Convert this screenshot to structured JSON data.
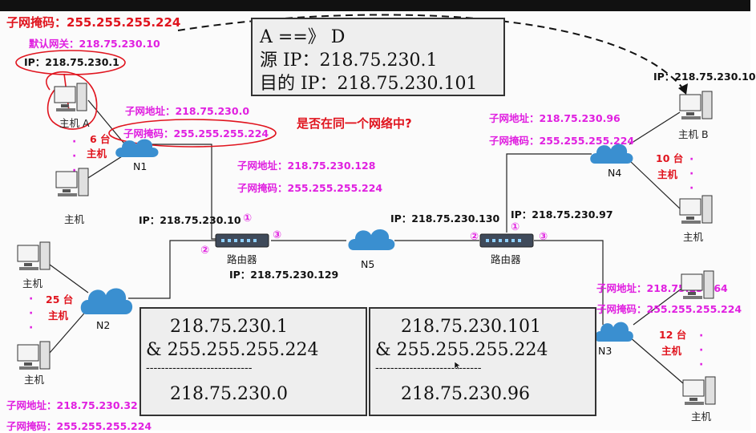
{
  "top_left": {
    "subnet_mask": "子网掩码：255.255.255.224",
    "default_gateway": "默认网关：218.75.230.10",
    "ip": "IP：218.75.230.1"
  },
  "host_a": {
    "label": "主机 A",
    "count": "6 台",
    "count_unit": "主机"
  },
  "host_generic": "主机",
  "n1": {
    "name": "N1",
    "subnet_addr": "子网地址：218.75.230.0",
    "subnet_mask": "子网掩码：255.255.255.224"
  },
  "question": "是否在同一个网络中?",
  "info_box": {
    "line1": "A ==》 D",
    "line2": "源 IP：218.75.230.1",
    "line3": "目的 IP：218.75.230.101"
  },
  "link_r1": {
    "subnet_addr": "子网地址：218.75.230.128",
    "subnet_mask": "子网掩码：255.255.255.224"
  },
  "router1": {
    "ip_port1": "IP：218.75.230.10",
    "port1": "①",
    "port2": "②",
    "port3": "③",
    "label": "路由器",
    "ip_port3": "IP：218.75.230.129"
  },
  "n5": {
    "name": "N5",
    "ip": "IP：218.75.230.130"
  },
  "router2": {
    "ip_port1": "IP：218.75.230.97",
    "port1": "①",
    "port2": "②",
    "port3": "③",
    "label": "路由器"
  },
  "host_b": {
    "ip": "IP：218.75.230.10",
    "label": "主机 B"
  },
  "n4": {
    "name": "N4",
    "subnet_addr": "子网地址：218.75.230.96",
    "subnet_mask": "子网掩码：255.255.255.224",
    "count": "10 台",
    "count_unit": "主机"
  },
  "n2": {
    "name": "N2",
    "count": "25 台",
    "count_unit": "主机",
    "subnet_addr": "子网地址：218.75.230.32",
    "subnet_mask": "子网掩码：255.255.255.224"
  },
  "n3": {
    "name": "N3",
    "subnet_addr": "子网地址：218.75.230.64",
    "subnet_mask": "子网掩码：255.255.255.224",
    "count": "12 台",
    "count_unit": "主机"
  },
  "calc_left": {
    "op1": "218.75.230.1",
    "op2": "&  255.255.255.224",
    "divider": "----------------------------",
    "result": "218.75.230.0"
  },
  "calc_right": {
    "op1": "218.75.230.101",
    "op2": "&  255.255.255.224",
    "divider": "----------------------------",
    "result": "218.75.230.96"
  },
  "colors": {
    "magenta": "#e020e0",
    "red": "#e0141e",
    "cloud": "#3a8fd0",
    "box_bg": "#eeeeee"
  },
  "icons": [
    "pc-icon",
    "cloud-icon",
    "router-icon",
    "cursor-icon"
  ]
}
